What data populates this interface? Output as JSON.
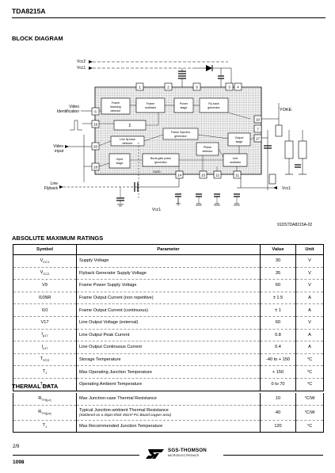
{
  "header": {
    "part_number": "TDA8215A"
  },
  "block_diagram": {
    "section_title": "BLOCK DIAGRAM",
    "reference": "91DSTDA8215A-02",
    "supplies": {
      "vcc2": "Vcc2",
      "vcc1": "Vcc1"
    },
    "inputs": {
      "video_identification": [
        "Video",
        "Identification"
      ],
      "video_input": [
        "Video",
        "input"
      ],
      "line_flyback": [
        "Line",
        "Flyback"
      ]
    },
    "yoke_label": "YOKE",
    "vcc1_right": "Vcc1",
    "vcc1_bottom": "Vcc1",
    "blocks": {
      "frame_blanking": [
        "Frame",
        "blanking",
        "detector"
      ],
      "frame_oscillator": [
        "Frame",
        "oscillator"
      ],
      "power_stage": [
        "Power",
        "stage"
      ],
      "flyback_generator": [
        "Fly back",
        "generator"
      ],
      "sigma": "Σ",
      "frame_sync_generator": [
        "Frame Synchro",
        "generator"
      ],
      "line_flyback_detector": [
        "Line fly back",
        "detector"
      ],
      "output_stage": [
        "Output",
        "stage"
      ],
      "phase_detector": [
        "Phase",
        "detector"
      ],
      "input_stage": [
        "Input",
        "stage"
      ],
      "burst_gate_generator": [
        "Burst gate pulse",
        "generator"
      ],
      "line_oscillator": [
        "Line",
        "oscillator"
      ],
      "sand_label": "SA/ID"
    },
    "pins": [
      "1",
      "2",
      "3",
      "4",
      "5",
      "6",
      "7",
      "8",
      "9",
      "10",
      "11",
      "12",
      "13",
      "14",
      "15",
      "16",
      "17",
      "18",
      "19",
      "20"
    ]
  },
  "absolute_maximum_ratings": {
    "section_title": "ABSOLUTE MAXIMUM RATINGS",
    "headers": {
      "symbol": "Symbol",
      "parameter": "Parameter",
      "value": "Value",
      "unit": "Unit"
    },
    "rows": [
      {
        "symbol": "VCC1",
        "parameter": "Supply Voltage",
        "value": "30",
        "unit": "V"
      },
      {
        "symbol": "VCC2",
        "parameter": "Flyback Generator Supply Voltage",
        "value": "35",
        "unit": "V"
      },
      {
        "symbol": "V9",
        "parameter": "Frame Power Supply Voltage",
        "value": "60",
        "unit": "V"
      },
      {
        "symbol": "I10NR",
        "parameter": "Frame Output Current (non repetitive)",
        "value": "± 1.5",
        "unit": "A"
      },
      {
        "symbol": "I10",
        "parameter": "Frame Output Current (continuous)",
        "value": "± 1",
        "unit": "A"
      },
      {
        "symbol": "V17",
        "parameter": "Line Output Voltage (external)",
        "value": "60",
        "unit": "V"
      },
      {
        "symbol": "Ip17",
        "parameter": "Line Output Peak Current",
        "value": "0.8",
        "unit": "A"
      },
      {
        "symbol": "Ic17",
        "parameter": "Line Output Continuous Current",
        "value": "0.4",
        "unit": "A"
      },
      {
        "symbol": "TSTG",
        "parameter": "Storage Temperature",
        "value": "-40  to + 150",
        "unit": "°C"
      },
      {
        "symbol": "TJ",
        "parameter": "Max Operating Junction Temperature",
        "value": "+ 150",
        "unit": "°C"
      },
      {
        "symbol": "TAMB",
        "parameter": "Operating Ambient Temperature",
        "value": "0 to 70",
        "unit": "°C"
      }
    ]
  },
  "thermal_data": {
    "section_title": "THERMAL DATA",
    "rows": [
      {
        "symbol": "RTH(j-c)",
        "parameter": "Max Junction-case Thermal Resistance",
        "note": "",
        "value": "10",
        "unit": "°C/W"
      },
      {
        "symbol": "RTH(j-a)",
        "parameter": "Typical Junction-ambient Thermal Resistance",
        "note": "(Soldered on a 35μm thick 45cm² PC Board copper area)",
        "value": "40",
        "unit": "°C/W"
      },
      {
        "symbol": "TJ",
        "parameter": "Max Recommended Junction Temperature",
        "value": "120",
        "note": "",
        "unit": "°C"
      }
    ]
  },
  "footer": {
    "page": "2/9",
    "page_code": "1098",
    "brand": "SGS-THOMSON",
    "brand_sub": "MICROELECTRONICS"
  }
}
